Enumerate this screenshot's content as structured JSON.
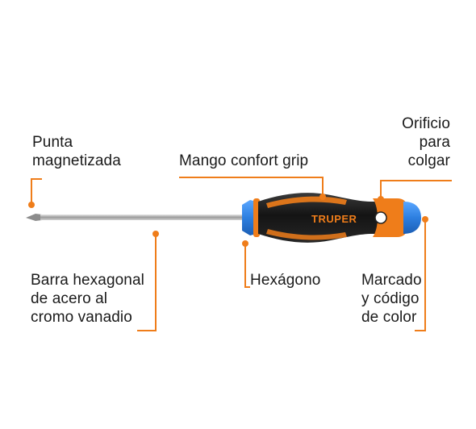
{
  "brand": "TRUPER",
  "colors": {
    "accent": "#ef7d1a",
    "handle_black": "#1a1a1a",
    "handle_blue": "#2d7fe0",
    "shaft": "#b9b9b9",
    "text": "#1a1a1a"
  },
  "labels": {
    "tip": [
      "Punta",
      "magnetizada"
    ],
    "grip": [
      "Mango confort grip"
    ],
    "hole": [
      "Orificio",
      "para",
      "colgar"
    ],
    "bar": [
      "Barra hexagonal",
      "de acero al",
      "cromo vanadio"
    ],
    "hex": [
      "Hexágono"
    ],
    "mark": [
      "Marcado",
      "y código",
      "de color"
    ]
  }
}
